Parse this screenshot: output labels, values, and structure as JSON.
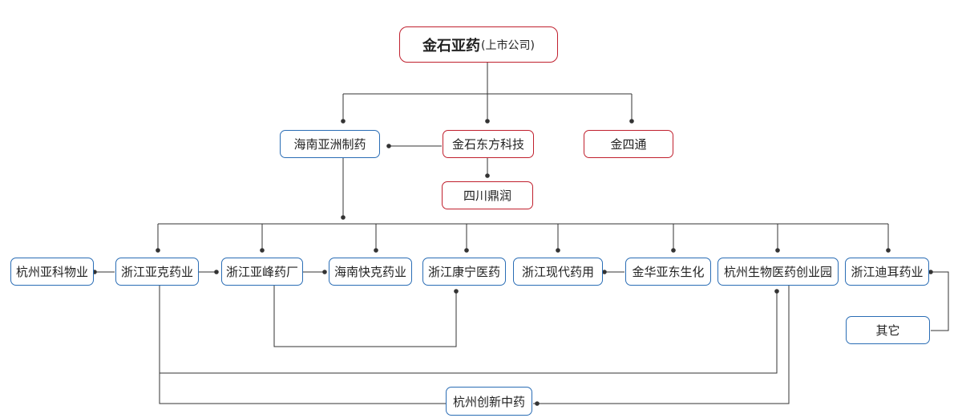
{
  "diagram": {
    "colors": {
      "listed_company_border": "#c0202e",
      "other_border": "#2a6db5",
      "connector": "#333333"
    },
    "root": {
      "name": "金石亚药",
      "note": "(上市公司)"
    },
    "level1": {
      "hainan": "海南亚洲制药",
      "dongfang": "金石东方科技",
      "jinsitong": "金四通"
    },
    "sichuan_dingrun": "四川鼎润",
    "subsidiaries": {
      "hangzhou_yake_wuye": "杭州亚科物业",
      "zhejiang_yake": "浙江亚克药业",
      "zhejiang_yafeng": "浙江亚峰药厂",
      "hainan_kuaike": "海南快克药业",
      "zhejiang_kangning": "浙江康宁医药",
      "zhejiang_xiandai": "浙江现代药用",
      "jinhua_yadong": "金华亚东生化",
      "hangzhou_bio_park": "杭州生物医药创业园",
      "zhejiang_dier": "浙江迪耳药业"
    },
    "others": "其它",
    "hangzhou_chuangxin": "杭州创新中药"
  }
}
